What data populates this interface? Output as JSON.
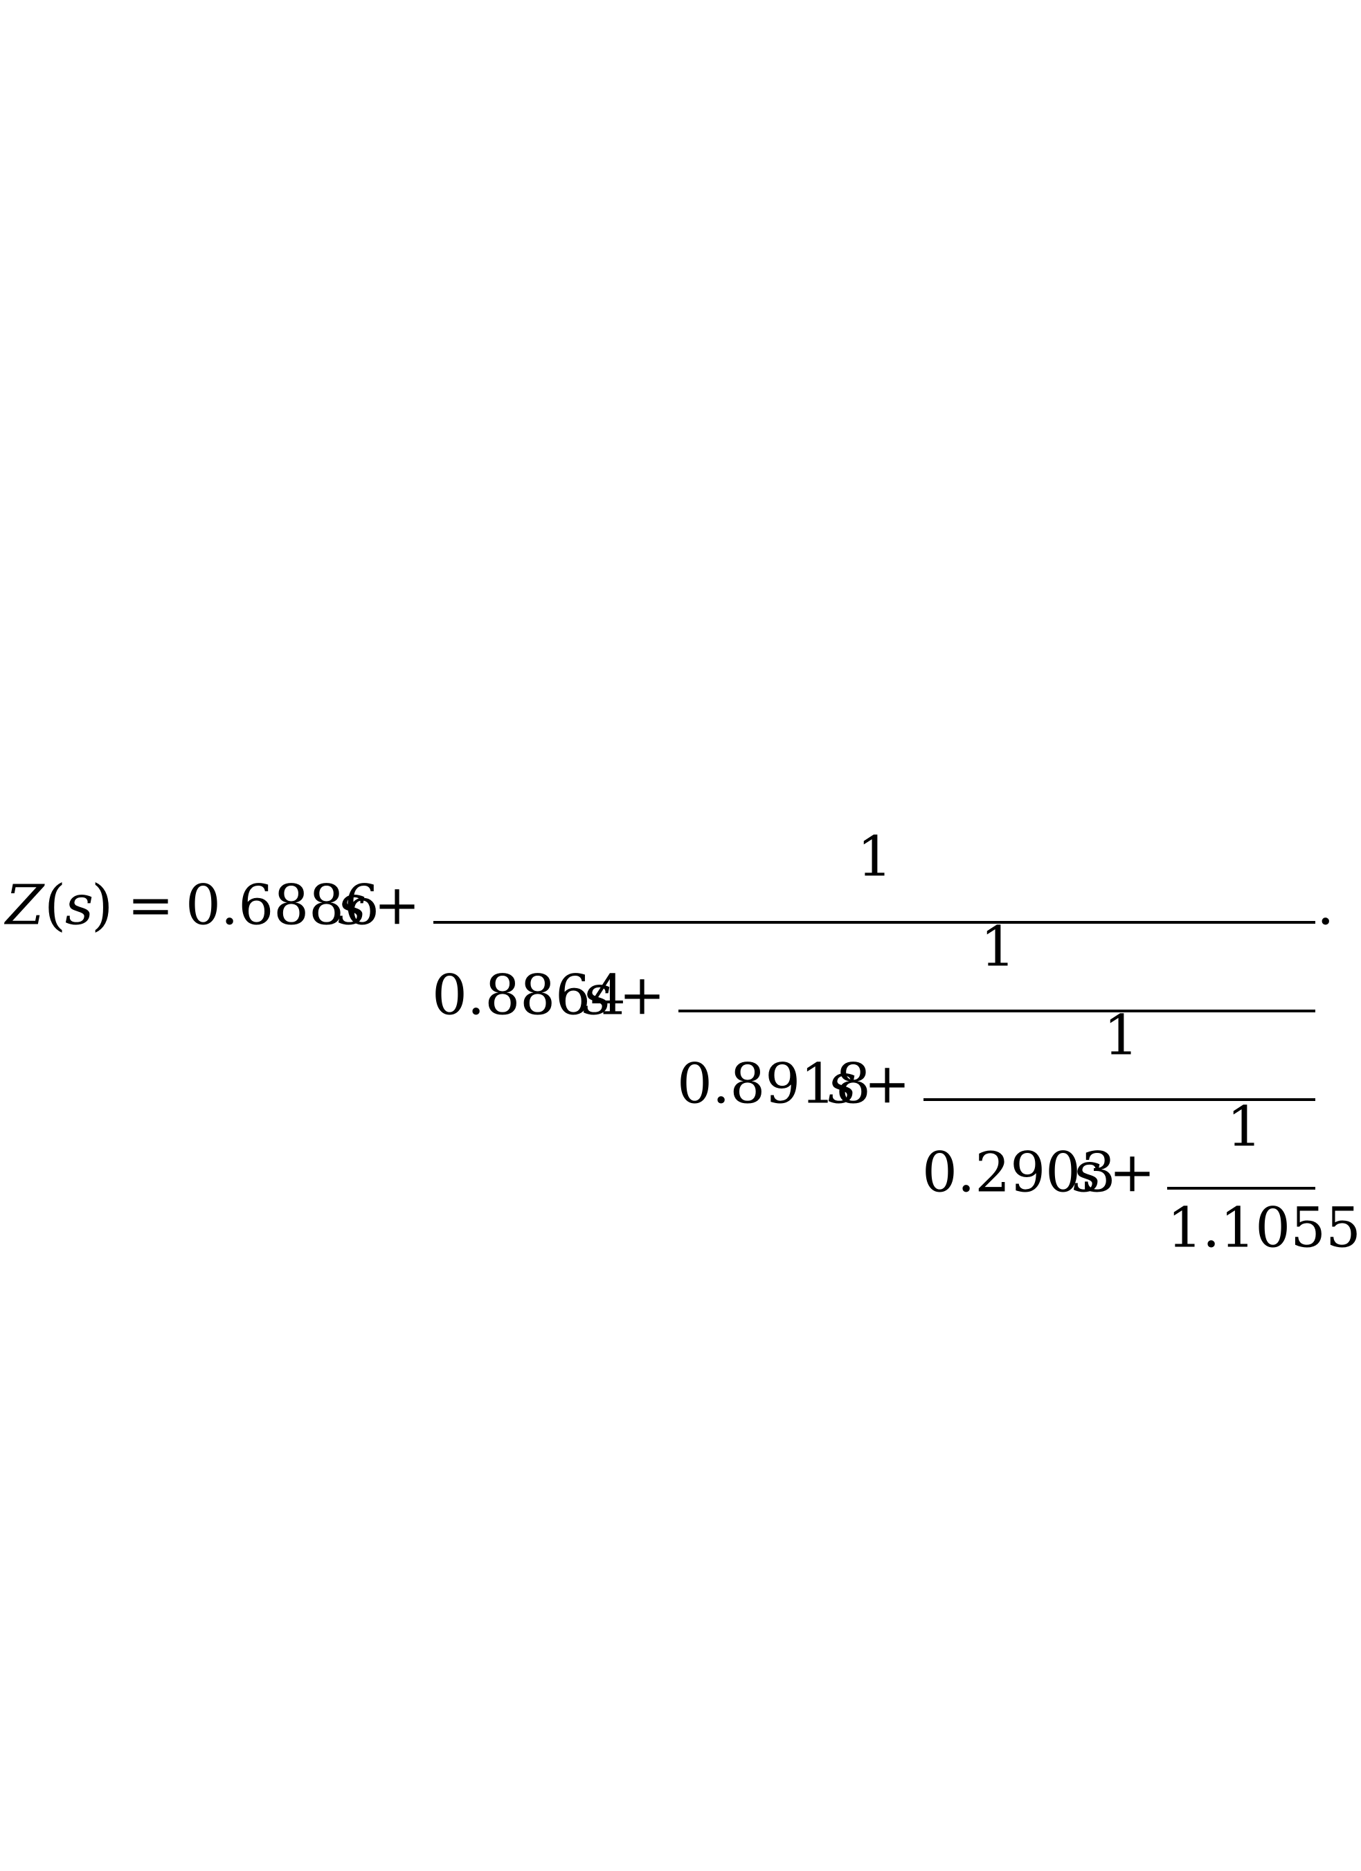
{
  "equation": {
    "lhs": {
      "var": "Z",
      "open_paren": "(",
      "arg": "s",
      "close_paren": ")",
      "equals": "="
    },
    "levels": [
      {
        "coef": "0.6886",
        "var": "s",
        "plus": "+",
        "numerator": "1"
      },
      {
        "coef": "0.8864",
        "var": "s",
        "plus": "+",
        "numerator": "1"
      },
      {
        "coef": "0.8918",
        "var": "s",
        "plus": "+",
        "numerator": "1"
      },
      {
        "coef": "0.2903",
        "var": "s",
        "plus": "+",
        "numerator": "1"
      }
    ],
    "final_denominator": "1.1055",
    "terminator": "."
  }
}
